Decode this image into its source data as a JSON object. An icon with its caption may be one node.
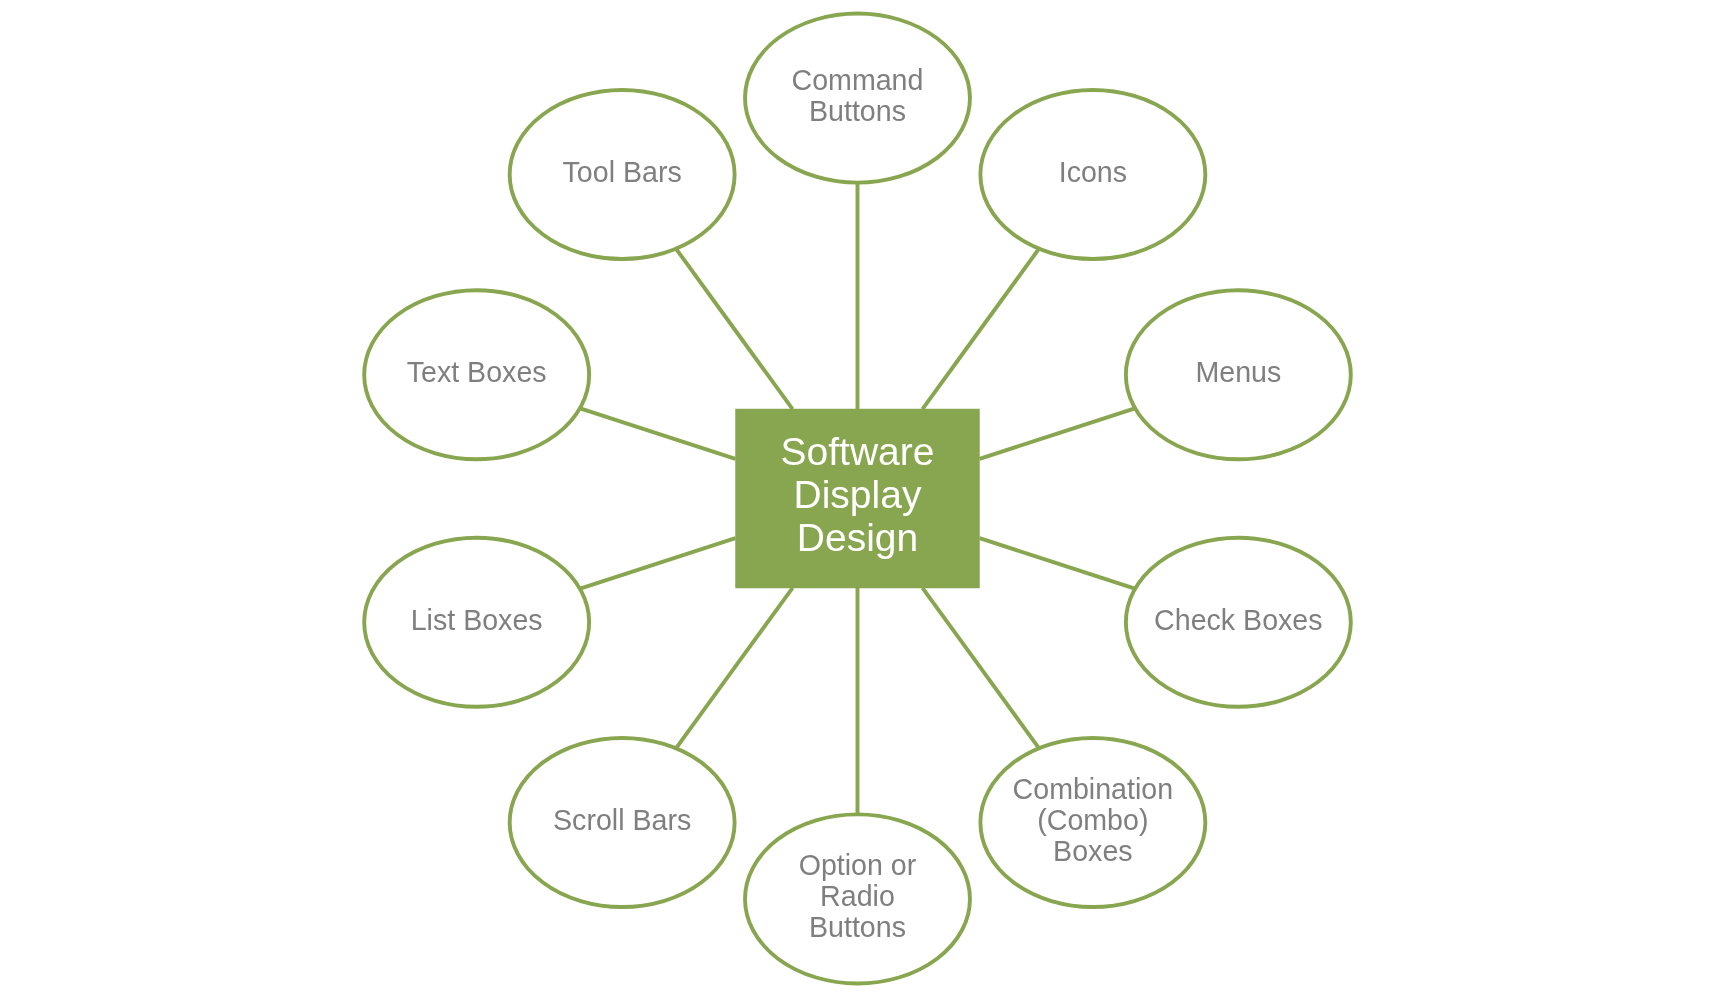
{
  "diagram": {
    "nodes": [
      {
        "text": [
          "Software Display Design"
        ]
      },
      {
        "text": [
          "Menus"
        ]
      },
      {
        "text": [
          "Icons"
        ]
      },
      {
        "text": [
          "Command Buttons"
        ]
      },
      {
        "text": [
          "Tool Bars"
        ]
      },
      {
        "text": [
          "Text Boxes"
        ]
      },
      {
        "text": [
          "List Boxes"
        ]
      },
      {
        "text": [
          "Scroll Bars"
        ]
      },
      {
        "text": [
          "Option or Radio Buttons"
        ]
      },
      {
        "text": [
          "Combination (Combo) Boxes"
        ]
      },
      {
        "text": [
          "Check Boxes"
        ]
      }
    ],
    "edges": [
      {
        "from": 0,
        "to": 1,
        "arrow": "none"
      },
      {
        "from": 0,
        "to": 2,
        "arrow": "none"
      },
      {
        "from": 0,
        "to": 3,
        "arrow": "none"
      },
      {
        "from": 0,
        "to": 4,
        "arrow": "none"
      },
      {
        "from": 0,
        "to": 5,
        "arrow": "none"
      },
      {
        "from": 0,
        "to": 6,
        "arrow": "none"
      },
      {
        "from": 0,
        "to": 7,
        "arrow": "none"
      },
      {
        "from": 0,
        "to": 8,
        "arrow": "none"
      },
      {
        "from": 0,
        "to": 9,
        "arrow": "none"
      },
      {
        "from": 0,
        "to": 10,
        "arrow": "none"
      }
    ]
  }
}
